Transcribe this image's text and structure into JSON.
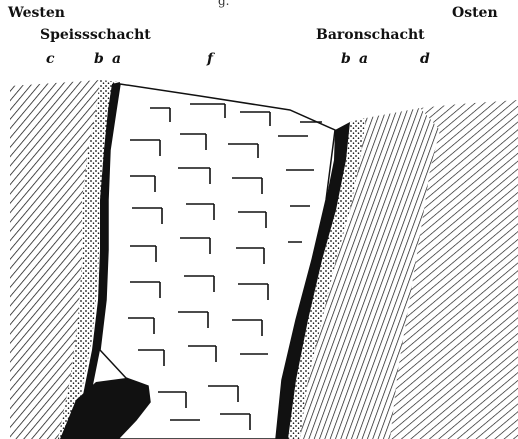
{
  "figure": {
    "title_fragment": "g.",
    "directions": {
      "west": "Westen",
      "east": "Osten"
    },
    "shafts": {
      "left": "Speissschacht",
      "right": "Baronschacht"
    },
    "letters": {
      "left_c": "c",
      "left_b": "b",
      "left_a": "a",
      "middle_f": "f",
      "right_b": "b",
      "right_a": "a",
      "right_d": "d"
    }
  },
  "colors": {
    "ink": "#111111",
    "paper": "#ffffff"
  }
}
